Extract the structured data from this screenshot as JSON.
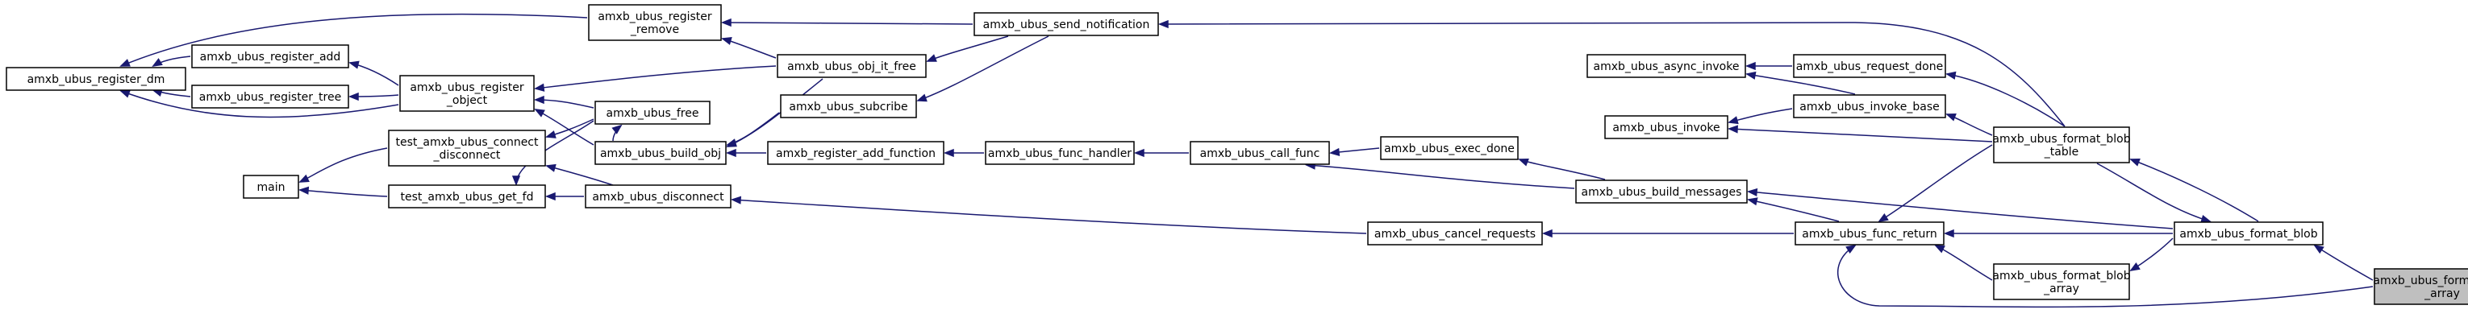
{
  "graph": {
    "nodes": {
      "register_dm": [
        "amxb_ubus_register_dm"
      ],
      "register_add": [
        "amxb_ubus_register_add"
      ],
      "register_tree": [
        "amxb_ubus_register_tree"
      ],
      "register_object": [
        "amxb_ubus_register",
        "_object"
      ],
      "register_remove": [
        "amxb_ubus_register",
        "_remove"
      ],
      "obj_it_free": [
        "amxb_ubus_obj_it_free"
      ],
      "send_notification": [
        "amxb_ubus_send_notification"
      ],
      "main": [
        "main"
      ],
      "test_connect": [
        "test_amxb_ubus_connect",
        "_disconnect"
      ],
      "test_get_fd": [
        "test_amxb_ubus_get_fd"
      ],
      "free": [
        "amxb_ubus_free"
      ],
      "build_obj": [
        "amxb_ubus_build_obj"
      ],
      "subcribe": [
        "amxb_ubus_subcribe"
      ],
      "disconnect": [
        "amxb_ubus_disconnect"
      ],
      "register_add_function": [
        "amxb_register_add_function"
      ],
      "func_handler": [
        "amxb_ubus_func_handler"
      ],
      "call_func": [
        "amxb_ubus_call_func"
      ],
      "exec_done": [
        "amxb_ubus_exec_done"
      ],
      "build_messages": [
        "amxb_ubus_build_messages"
      ],
      "cancel_requests": [
        "amxb_ubus_cancel_requests"
      ],
      "async_invoke": [
        "amxb_ubus_async_invoke"
      ],
      "request_done": [
        "amxb_ubus_request_done"
      ],
      "invoke_base": [
        "amxb_ubus_invoke_base"
      ],
      "invoke": [
        "amxb_ubus_invoke"
      ],
      "func_return": [
        "amxb_ubus_func_return"
      ],
      "format_blob_table": [
        "amxb_ubus_format_blob",
        "_table"
      ],
      "format_blob_array_mid": [
        "amxb_ubus_format_blob",
        "_array"
      ],
      "format_blob": [
        "amxb_ubus_format_blob"
      ],
      "format_blob_array": [
        "amxb_ubus_format_blob",
        "_array"
      ]
    }
  }
}
